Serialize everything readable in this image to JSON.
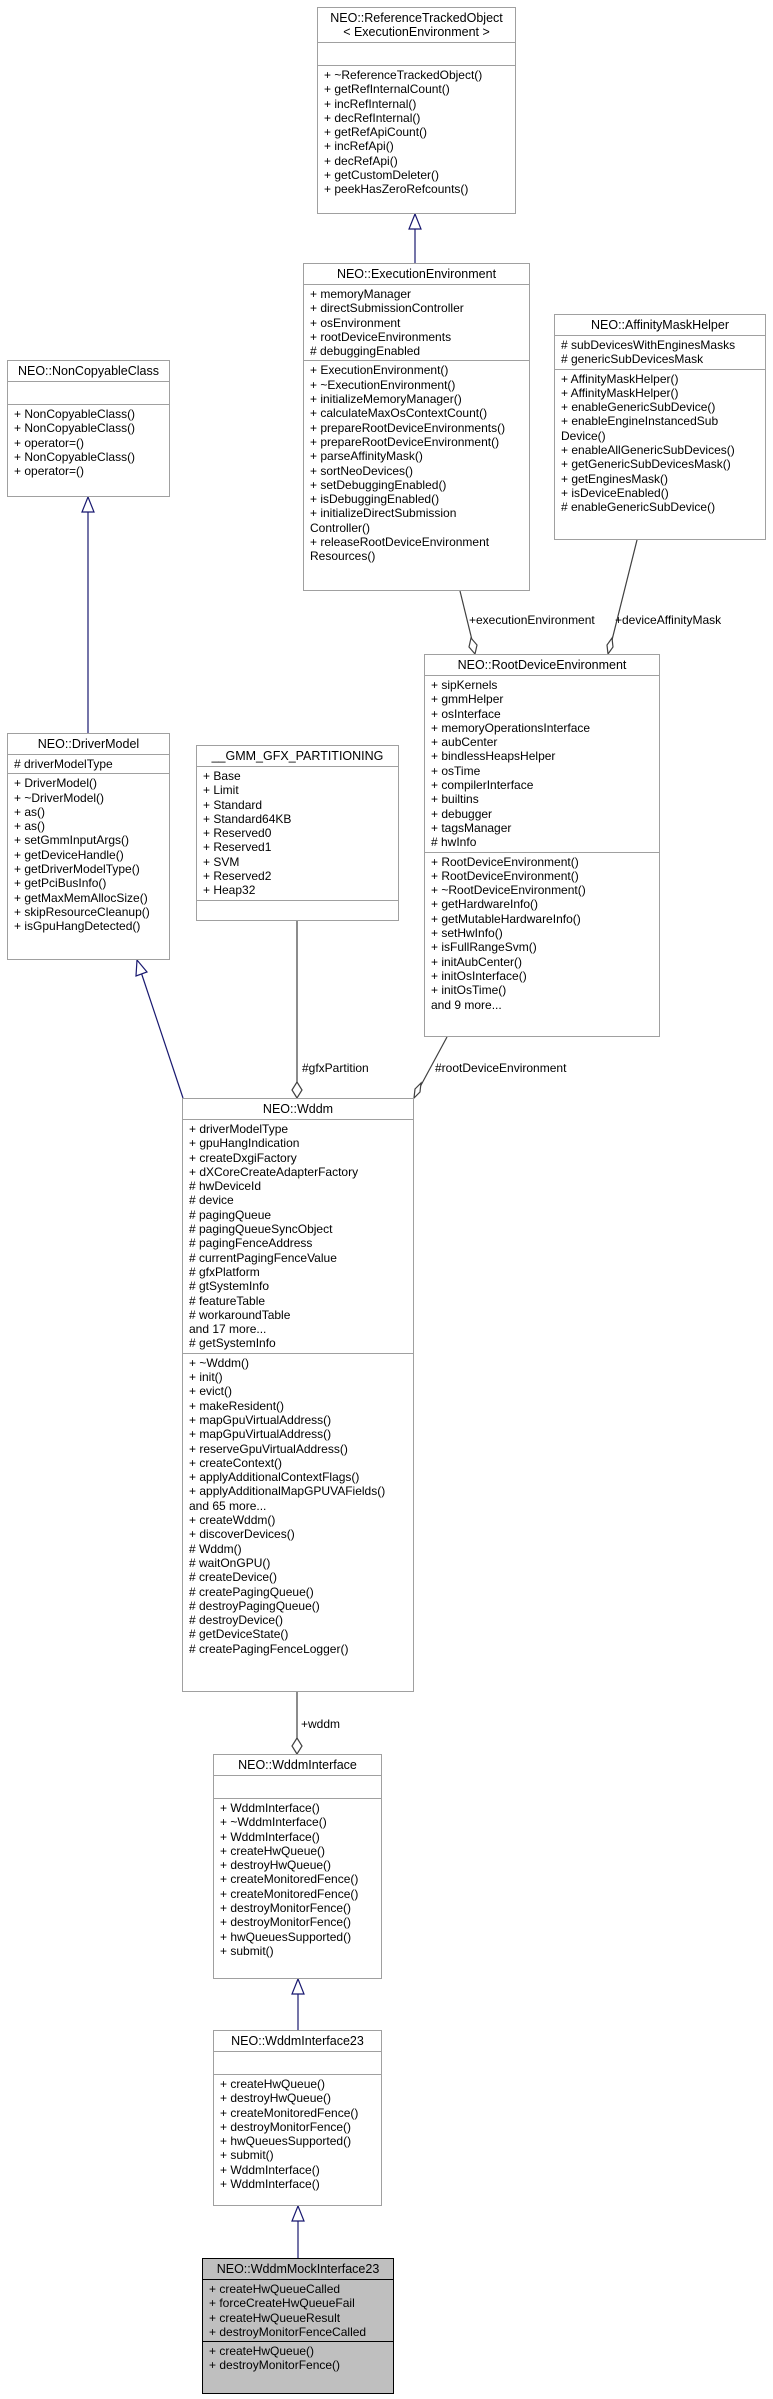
{
  "classes": {
    "refTracked": {
      "title": [
        "NEO::ReferenceTrackedObject",
        "< ExecutionEnvironment >"
      ],
      "attributes": [],
      "methods": [
        "+ ~ReferenceTrackedObject()",
        "+ getRefInternalCount()",
        "+ incRefInternal()",
        "+ decRefInternal()",
        "+ getRefApiCount()",
        "+ incRefApi()",
        "+ decRefApi()",
        "+ getCustomDeleter()",
        "+ peekHasZeroRefcounts()"
      ]
    },
    "execEnv": {
      "title": [
        "NEO::ExecutionEnvironment"
      ],
      "attributes": [
        "+ memoryManager",
        "+ directSubmissionController",
        "+ osEnvironment",
        "+ rootDeviceEnvironments",
        "# debuggingEnabled"
      ],
      "methods": [
        "+ ExecutionEnvironment()",
        "+ ~ExecutionEnvironment()",
        "+ initializeMemoryManager()",
        "+ calculateMaxOsContextCount()",
        "+ prepareRootDeviceEnvironments()",
        "+ prepareRootDeviceEnvironment()",
        "+ parseAffinityMask()",
        "+ sortNeoDevices()",
        "+ setDebuggingEnabled()",
        "+ isDebuggingEnabled()",
        "+ initializeDirectSubmission",
        "Controller()",
        "+ releaseRootDeviceEnvironment",
        "Resources()"
      ]
    },
    "affinity": {
      "title": [
        "NEO::AffinityMaskHelper"
      ],
      "attributes": [
        "# subDevicesWithEnginesMasks",
        "# genericSubDevicesMask"
      ],
      "methods": [
        "+ AffinityMaskHelper()",
        "+ AffinityMaskHelper()",
        "+ enableGenericSubDevice()",
        "+ enableEngineInstancedSub",
        "Device()",
        "+ enableAllGenericSubDevices()",
        "+ getGenericSubDevicesMask()",
        "+ getEnginesMask()",
        "+ isDeviceEnabled()",
        "# enableGenericSubDevice()"
      ]
    },
    "nonCopyable": {
      "title": [
        "NEO::NonCopyableClass"
      ],
      "attributes": [],
      "methods": [
        "+ NonCopyableClass()",
        "+ NonCopyableClass()",
        "+ operator=()",
        "+ NonCopyableClass()",
        "+ operator=()"
      ]
    },
    "rootDevEnv": {
      "title": [
        "NEO::RootDeviceEnvironment"
      ],
      "attributes": [
        "+ sipKernels",
        "+ gmmHelper",
        "+ osInterface",
        "+ memoryOperationsInterface",
        "+ aubCenter",
        "+ bindlessHeapsHelper",
        "+ osTime",
        "+ compilerInterface",
        "+ builtins",
        "+ debugger",
        "+ tagsManager",
        "# hwInfo"
      ],
      "methods": [
        "+ RootDeviceEnvironment()",
        "+ RootDeviceEnvironment()",
        "+ ~RootDeviceEnvironment()",
        "+ getHardwareInfo()",
        "+ getMutableHardwareInfo()",
        "+ setHwInfo()",
        "+ isFullRangeSvm()",
        "+ initAubCenter()",
        "+ initOsInterface()",
        "+ initOsTime()",
        "and 9 more..."
      ]
    },
    "driverModel": {
      "title": [
        "NEO::DriverModel"
      ],
      "attributes": [
        "# driverModelType"
      ],
      "methods": [
        "+ DriverModel()",
        "+ ~DriverModel()",
        "+ as()",
        "+ as()",
        "+ setGmmInputArgs()",
        "+ getDeviceHandle()",
        "+ getDriverModelType()",
        "+ getPciBusInfo()",
        "+ getMaxMemAllocSize()",
        "+ skipResourceCleanup()",
        "+ isGpuHangDetected()"
      ]
    },
    "gmmPart": {
      "title": [
        "__GMM_GFX_PARTITIONING"
      ],
      "attributes": [
        "+ Base",
        "+ Limit",
        "+ Standard",
        "+ Standard64KB",
        "+ Reserved0",
        "+ Reserved1",
        "+ SVM",
        "+ Reserved2",
        "+ Heap32"
      ],
      "methods": []
    },
    "wddm": {
      "title": [
        "NEO::Wddm"
      ],
      "attributes": [
        "+ driverModelType",
        "+ gpuHangIndication",
        "+ createDxgiFactory",
        "+ dXCoreCreateAdapterFactory",
        "# hwDeviceId",
        "# device",
        "# pagingQueue",
        "# pagingQueueSyncObject",
        "# pagingFenceAddress",
        "# currentPagingFenceValue",
        "# gfxPlatform",
        "# gtSystemInfo",
        "# featureTable",
        "# workaroundTable",
        "and 17 more...",
        "# getSystemInfo"
      ],
      "methods": [
        "+ ~Wddm()",
        "+ init()",
        "+ evict()",
        "+ makeResident()",
        "+ mapGpuVirtualAddress()",
        "+ mapGpuVirtualAddress()",
        "+ reserveGpuVirtualAddress()",
        "+ createContext()",
        "+ applyAdditionalContextFlags()",
        "+ applyAdditionalMapGPUVAFields()",
        "and 65 more...",
        "+ createWddm()",
        "+ discoverDevices()",
        "# Wddm()",
        "# waitOnGPU()",
        "# createDevice()",
        "# createPagingQueue()",
        "# destroyPagingQueue()",
        "# destroyDevice()",
        "# getDeviceState()",
        "# createPagingFenceLogger()"
      ]
    },
    "wddmIface": {
      "title": [
        "NEO::WddmInterface"
      ],
      "attributes": [],
      "methods": [
        "+ WddmInterface()",
        "+ ~WddmInterface()",
        "+ WddmInterface()",
        "+ createHwQueue()",
        "+ destroyHwQueue()",
        "+ createMonitoredFence()",
        "+ createMonitoredFence()",
        "+ destroyMonitorFence()",
        "+ destroyMonitorFence()",
        "+ hwQueuesSupported()",
        "+ submit()"
      ]
    },
    "wddmIface23": {
      "title": [
        "NEO::WddmInterface23"
      ],
      "attributes": [],
      "methods": [
        "+ createHwQueue()",
        "+ destroyHwQueue()",
        "+ createMonitoredFence()",
        "+ destroyMonitorFence()",
        "+ hwQueuesSupported()",
        "+ submit()",
        "+ WddmInterface()",
        "+ WddmInterface()"
      ]
    },
    "mock": {
      "title": [
        "NEO::WddmMockInterface23"
      ],
      "attributes": [
        "+ createHwQueueCalled",
        "+ forceCreateHwQueueFail",
        "+ createHwQueueResult",
        "+ destroyMonitorFenceCalled"
      ],
      "methods": [
        "+ createHwQueue()",
        "+ destroyMonitorFence()"
      ]
    }
  },
  "edges": {
    "executionEnvironment": "+executionEnvironment",
    "deviceAffinityMask": "+deviceAffinityMask",
    "gfxPartition": "#gfxPartition",
    "rootDeviceEnvironment": "#rootDeviceEnvironment",
    "wddm": "+wddm"
  }
}
